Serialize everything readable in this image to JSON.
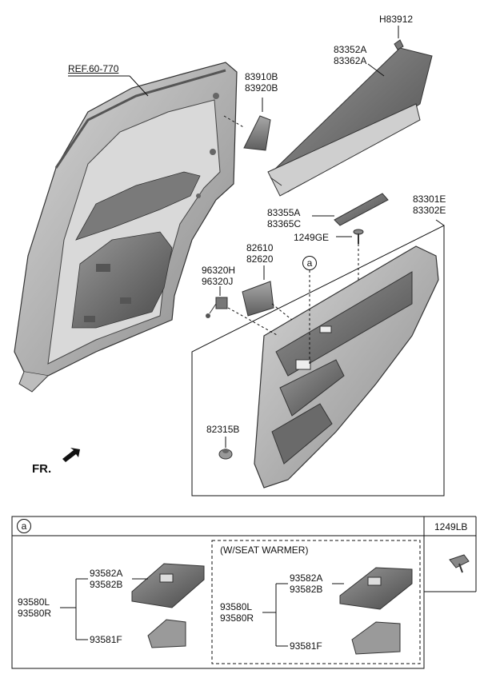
{
  "labels": {
    "ref": "REF.60-770",
    "h83912": "H83912",
    "p83352a": "83352A",
    "p83362a": "83362A",
    "p83910b": "83910B",
    "p83920b": "83920B",
    "p83355a": "83355A",
    "p83365c": "83365C",
    "p83301e": "83301E",
    "p83302e": "83302E",
    "p1249ge": "1249GE",
    "p82610": "82610",
    "p82620": "82620",
    "p96320h": "96320H",
    "p96320j": "96320J",
    "p82315b": "82315B",
    "circle_a": "a",
    "fr": "FR."
  },
  "table": {
    "circle_a": "a",
    "p1249lb": "1249LB",
    "warmer": "(W/SEAT WARMER)",
    "left_93582a": "93582A",
    "left_93582b": "93582B",
    "left_93580l": "93580L",
    "left_93580r": "93580R",
    "left_93581f": "93581F",
    "right_93582a": "93582A",
    "right_93582b": "93582B",
    "right_93580l": "93580L",
    "right_93580r": "93580R",
    "right_93581f": "93581F"
  },
  "colors": {
    "line": "#111111",
    "part_dark": "#5b5b5b",
    "part_mid": "#8a8a8a",
    "part_light": "#b8b8b8"
  }
}
